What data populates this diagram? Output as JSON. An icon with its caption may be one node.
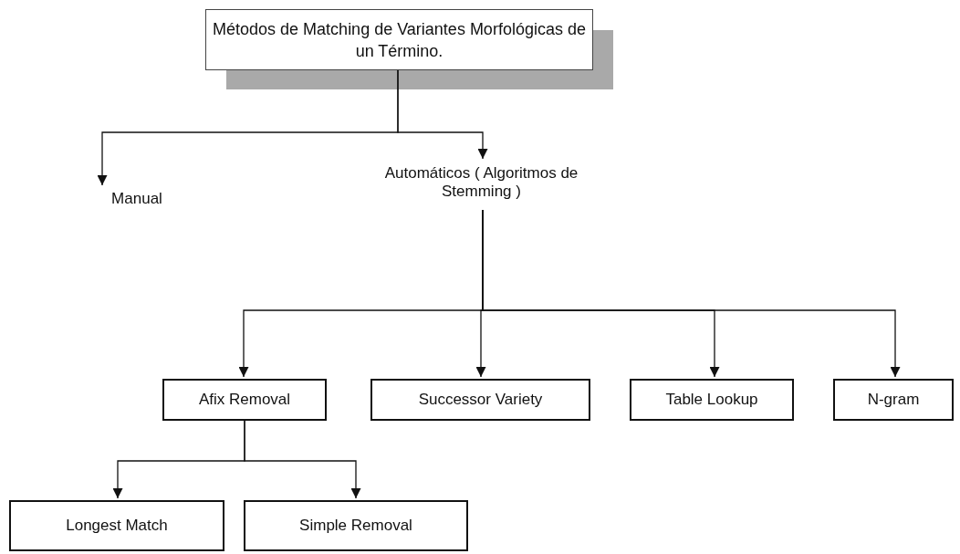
{
  "diagram": {
    "nodes": [
      {
        "text": [
          "Métodos de Matching de Variantes Morfológicas de un Término."
        ]
      },
      {
        "text": [
          "Manual"
        ]
      },
      {
        "text": [
          "Automáticos ( Algoritmos de Stemming )"
        ]
      },
      {
        "text": [
          "Afix Removal"
        ]
      },
      {
        "text": [
          "Successor Variety"
        ]
      },
      {
        "text": [
          "Table Lookup"
        ]
      },
      {
        "text": [
          "N-gram"
        ]
      },
      {
        "text": [
          "Longest Match"
        ]
      },
      {
        "text": [
          "Simple Removal"
        ]
      }
    ],
    "edges": [
      {
        "from": 0,
        "to": 1,
        "arrow": "to"
      },
      {
        "from": 0,
        "to": 2,
        "arrow": "to"
      },
      {
        "from": 2,
        "to": 3,
        "arrow": "to"
      },
      {
        "from": 2,
        "to": 4,
        "arrow": "to"
      },
      {
        "from": 2,
        "to": 5,
        "arrow": "to"
      },
      {
        "from": 2,
        "to": 6,
        "arrow": "to"
      },
      {
        "from": 3,
        "to": 7,
        "arrow": "to"
      },
      {
        "from": 3,
        "to": 8,
        "arrow": "to"
      }
    ]
  }
}
